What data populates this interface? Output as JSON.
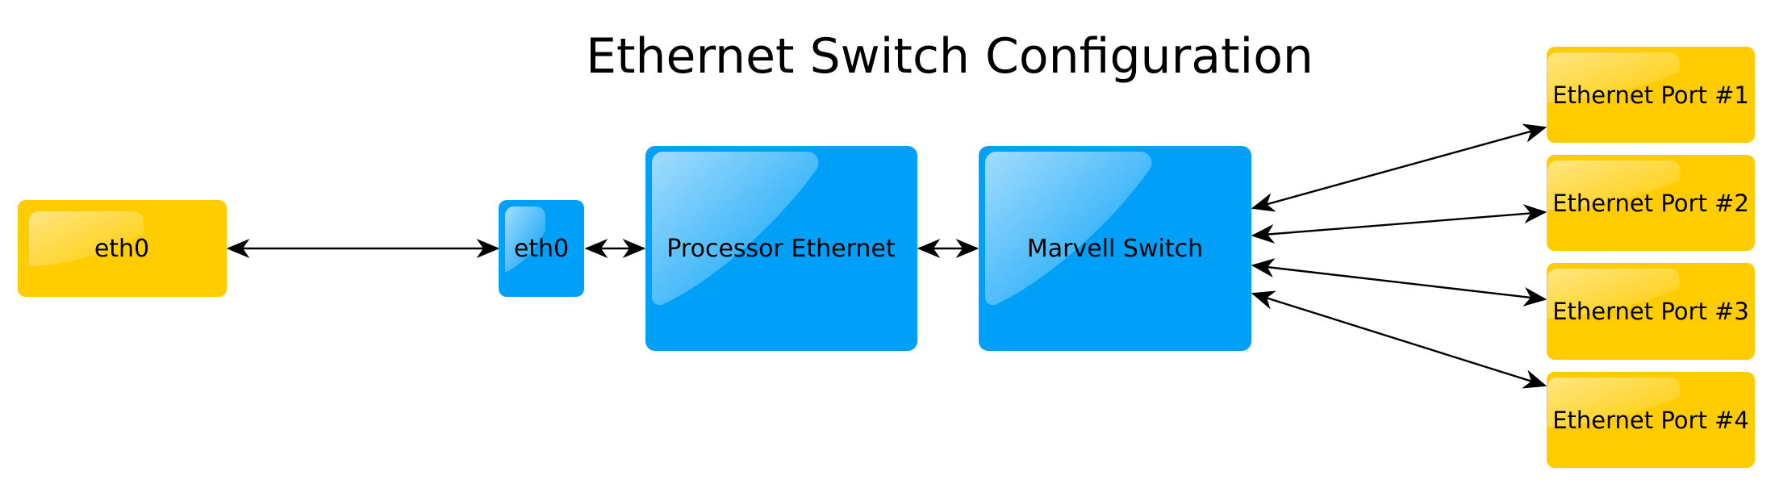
{
  "title": "Ethernet Switch Configuration",
  "colors": {
    "host": "#ffcc00",
    "device": "#009ff8",
    "edge": "#000000"
  },
  "nodes": {
    "host_eth0": {
      "label": "eth0"
    },
    "board_eth0": {
      "label": "eth0"
    },
    "processor_ethernet": {
      "label": "Processor Ethernet"
    },
    "marvell_switch": {
      "label": "Marvell Switch"
    },
    "port1": {
      "label": "Ethernet Port #1"
    },
    "port2": {
      "label": "Ethernet Port #2"
    },
    "port3": {
      "label": "Ethernet Port #3"
    },
    "port4": {
      "label": "Ethernet Port #4"
    }
  },
  "edges": [
    {
      "from": "host_eth0",
      "to": "board_eth0",
      "direction": "both"
    },
    {
      "from": "board_eth0",
      "to": "processor_ethernet",
      "direction": "both"
    },
    {
      "from": "processor_ethernet",
      "to": "marvell_switch",
      "direction": "both"
    },
    {
      "from": "marvell_switch",
      "to": "port1",
      "direction": "both"
    },
    {
      "from": "marvell_switch",
      "to": "port2",
      "direction": "both"
    },
    {
      "from": "marvell_switch",
      "to": "port3",
      "direction": "both"
    },
    {
      "from": "marvell_switch",
      "to": "port4",
      "direction": "both"
    }
  ]
}
